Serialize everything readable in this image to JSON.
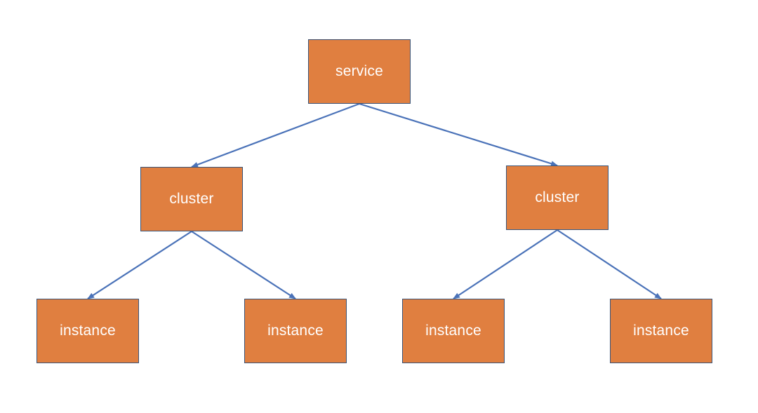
{
  "colors": {
    "node_fill": "#e07f40",
    "node_border": "#3a5478",
    "node_text": "#ffffff",
    "edge": "#4a72b8"
  },
  "nodes": [
    {
      "id": "service",
      "label": "service"
    },
    {
      "id": "cluster-left",
      "label": "cluster"
    },
    {
      "id": "cluster-right",
      "label": "cluster"
    },
    {
      "id": "instance-1",
      "label": "instance"
    },
    {
      "id": "instance-2",
      "label": "instance"
    },
    {
      "id": "instance-3",
      "label": "instance"
    },
    {
      "id": "instance-4",
      "label": "instance"
    }
  ],
  "edges": [
    {
      "from": "service",
      "to": "cluster-left"
    },
    {
      "from": "service",
      "to": "cluster-right"
    },
    {
      "from": "cluster-left",
      "to": "instance-1"
    },
    {
      "from": "cluster-left",
      "to": "instance-2"
    },
    {
      "from": "cluster-right",
      "to": "instance-3"
    },
    {
      "from": "cluster-right",
      "to": "instance-4"
    }
  ]
}
